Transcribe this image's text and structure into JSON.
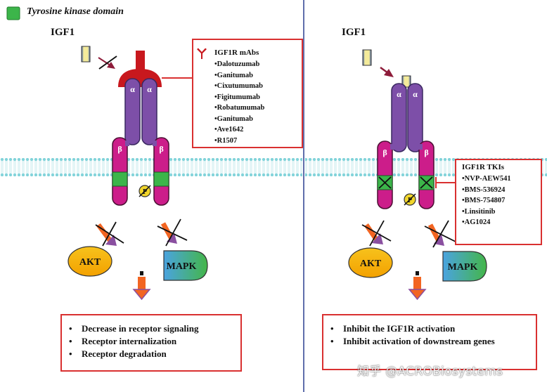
{
  "legend": {
    "label": "Tyrosine kinase domain",
    "color": "#3cb54a"
  },
  "left_panel": {
    "ligand_label": "IGF1",
    "alpha_label": "α",
    "beta_label": "β",
    "phospho_label": "P",
    "akt_label": "AKT",
    "mapk_label": "MAPK",
    "mab_box": {
      "title": "IGF1R mAbs",
      "items": [
        "•Dalotuzumab",
        "•Ganitumab",
        "•Cixutumumab",
        "•Figitumumab",
        "•Robatumumab",
        "•Ganitumab",
        "•Ave1642",
        "•R1507"
      ]
    },
    "summary": [
      "Decrease in receptor signaling",
      "Receptor internalization",
      "Receptor degradation"
    ]
  },
  "right_panel": {
    "ligand_label": "IGF1",
    "alpha_label": "α",
    "beta_label": "β",
    "phospho_label": "P",
    "akt_label": "AKT",
    "mapk_label": "MAPK",
    "tki_box": {
      "title": "IGF1R TKIs",
      "items": [
        "•NVP-AEW541",
        "•BMS-536924",
        "•BMS-754807",
        "•Linsitinib",
        "•AG1024"
      ]
    },
    "summary": [
      "Inhibit the IGF1R activation",
      "Inhibit activation of downstream genes"
    ]
  },
  "watermark": "知乎 @ACROBiosystems",
  "colors": {
    "alpha": "#7d4fa8",
    "beta": "#cc1d8a",
    "kinase": "#3cb54a",
    "antibody": "#c8181e",
    "box_border": "#d93030",
    "membrane": "#7fd0d6",
    "akt": "#f8b400",
    "mapk_start": "#4aa3e0",
    "mapk_end": "#3cb54a",
    "arrow": "#f26522",
    "divider": "#2b3f8f"
  }
}
